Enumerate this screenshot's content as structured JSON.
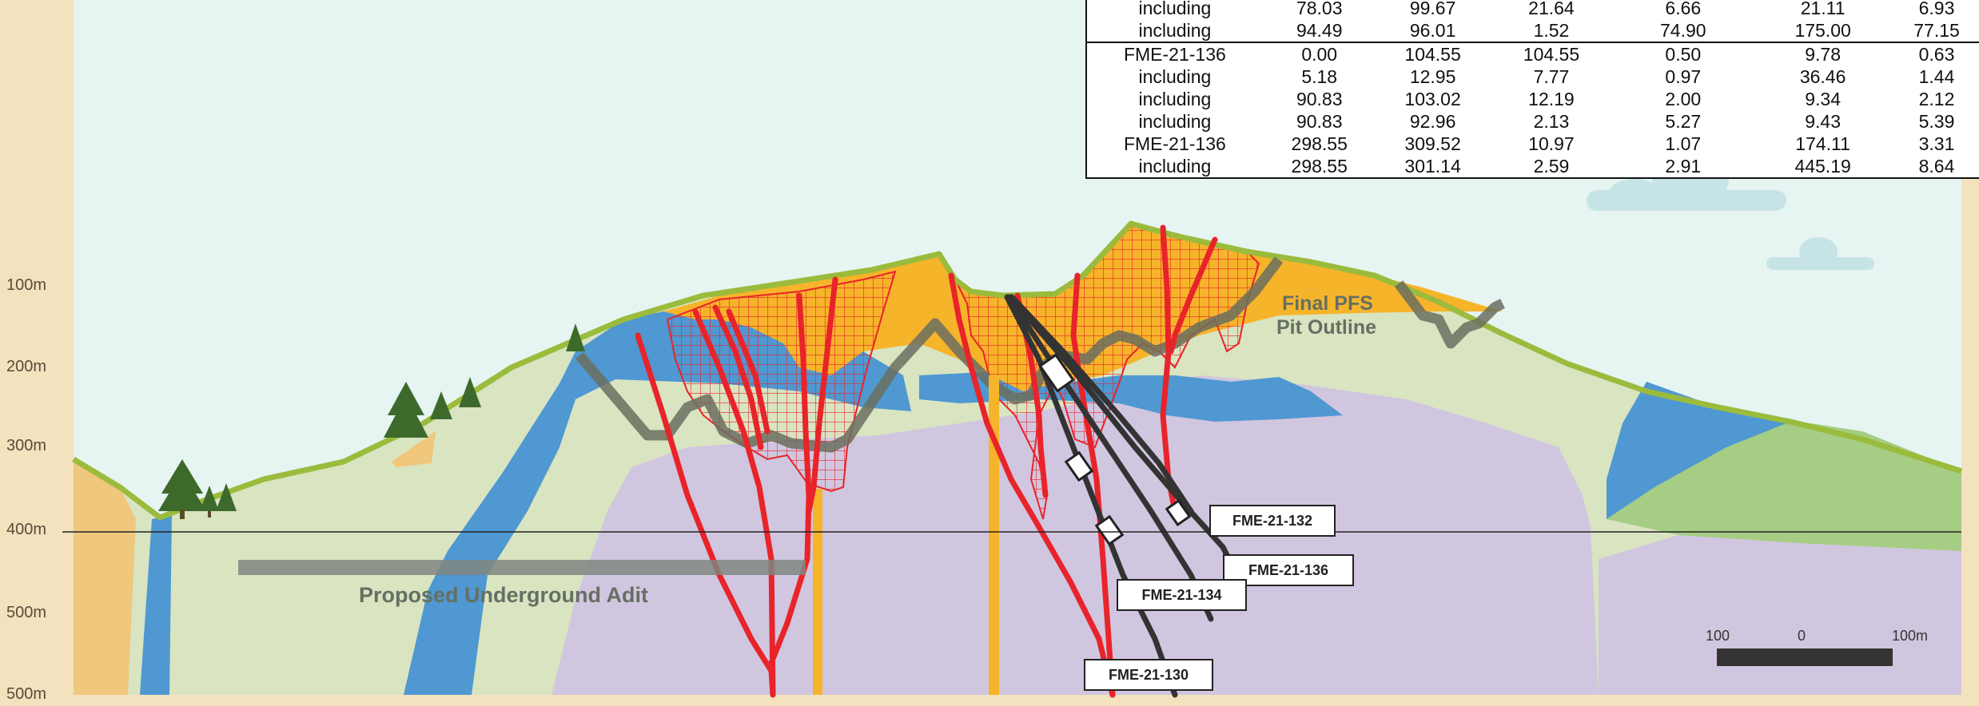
{
  "elevation_labels": [
    "100m",
    "200m",
    "300m",
    "400m",
    "500m",
    "500m"
  ],
  "assay_table": {
    "rows": [
      {
        "hole": "including",
        "from": "78.03",
        "to": "99.67",
        "width": "21.64",
        "v1": "6.66",
        "v2": "21.11",
        "v3": "6.93"
      },
      {
        "hole": "including",
        "from": "94.49",
        "to": "96.01",
        "width": "1.52",
        "v1": "74.90",
        "v2": "175.00",
        "v3": "77.15"
      },
      {
        "hole": "FME-21-136",
        "from": "0.00",
        "to": "104.55",
        "width": "104.55",
        "v1": "0.50",
        "v2": "9.78",
        "v3": "0.63"
      },
      {
        "hole": "including",
        "from": "5.18",
        "to": "12.95",
        "width": "7.77",
        "v1": "0.97",
        "v2": "36.46",
        "v3": "1.44"
      },
      {
        "hole": "including",
        "from": "90.83",
        "to": "103.02",
        "width": "12.19",
        "v1": "2.00",
        "v2": "9.34",
        "v3": "2.12"
      },
      {
        "hole": "including",
        "from": "90.83",
        "to": "92.96",
        "width": "2.13",
        "v1": "5.27",
        "v2": "9.43",
        "v3": "5.39"
      },
      {
        "hole": "FME-21-136",
        "from": "298.55",
        "to": "309.52",
        "width": "10.97",
        "v1": "1.07",
        "v2": "174.11",
        "v3": "3.31"
      },
      {
        "hole": "including",
        "from": "298.55",
        "to": "301.14",
        "width": "2.59",
        "v1": "2.91",
        "v2": "445.19",
        "v3": "8.64"
      }
    ]
  },
  "labels": {
    "pit_outline_line1": "Final PFS",
    "pit_outline_line2": "Pit Outline",
    "adit": "Proposed Underground Adit"
  },
  "drill_holes": [
    "FME-21-132",
    "FME-21-136",
    "FME-21-134",
    "FME-21-130"
  ],
  "scale_bar": {
    "left": "100",
    "mid": "0",
    "right": "100m"
  },
  "colors": {
    "sky": "#e6f4f2",
    "grass": "#9bbb3c",
    "light_green": "#d9e4c1",
    "purple": "#d1c6df",
    "blue": "#4f98d2",
    "orange": "#f6b42a",
    "tan": "#efc77d",
    "dark_green": "#a5cd84",
    "vein_red": "#e8242a",
    "drill_dark": "#333333",
    "pit_outline": "#6b6f5f"
  }
}
